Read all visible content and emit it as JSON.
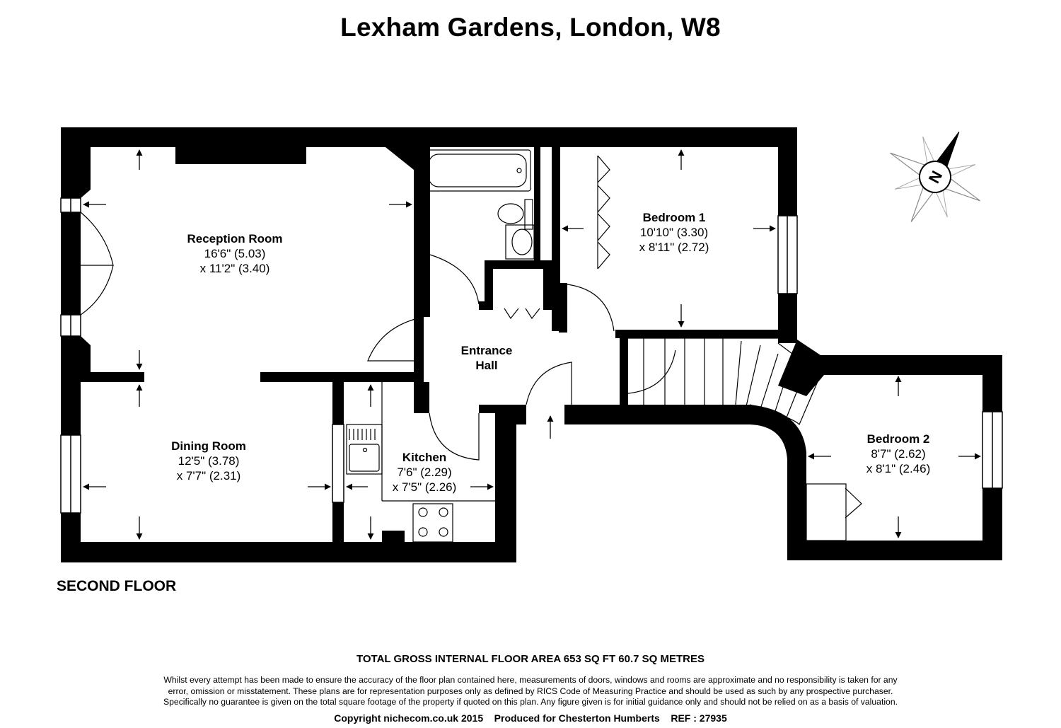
{
  "title": "Lexham Gardens, London, W8",
  "floor": "SECOND FLOOR",
  "compass": {
    "letter": "N"
  },
  "rooms": [
    {
      "name": "Reception Room",
      "dims": [
        "16'6\" (5.03)",
        "x 11'2\" (3.40)"
      ]
    },
    {
      "name": "Bedroom 1",
      "dims": [
        "10'10\" (3.30)",
        "x 8'11\" (2.72)"
      ]
    },
    {
      "name": "Entrance",
      "name2": "Hall",
      "dims": []
    },
    {
      "name": "Dining Room",
      "dims": [
        "12'5\" (3.78)",
        "x 7'7\" (2.31)"
      ]
    },
    {
      "name": "Kitchen",
      "dims": [
        "7'6\" (2.29)",
        "x 7'5\" (2.26)"
      ]
    },
    {
      "name": "Bedroom 2",
      "dims": [
        "8'7\" (2.62)",
        "x 8'1\" (2.46)"
      ]
    }
  ],
  "total_area": "TOTAL GROSS INTERNAL FLOOR AREA 653 SQ FT 60.7 SQ METRES",
  "disclaimer": [
    "Whilst every attempt has been made to ensure the accuracy of the floor plan contained here, measurements of doors, windows and rooms are approximate and no responsibility is taken for any",
    "error, omission or misstatement. These plans are for representation purposes only as defined by RICS Code of Measuring Practice and should be used as such by any prospective purchaser.",
    "Specifically no guarantee is given on the total square footage of the property if quoted on this plan. Any figure given is for initial guidance only and should not be relied on as a basis of valuation."
  ],
  "copyright": "Copyright nichecom.co.uk 2015    Produced for Chesterton Humberts    REF : 27935"
}
